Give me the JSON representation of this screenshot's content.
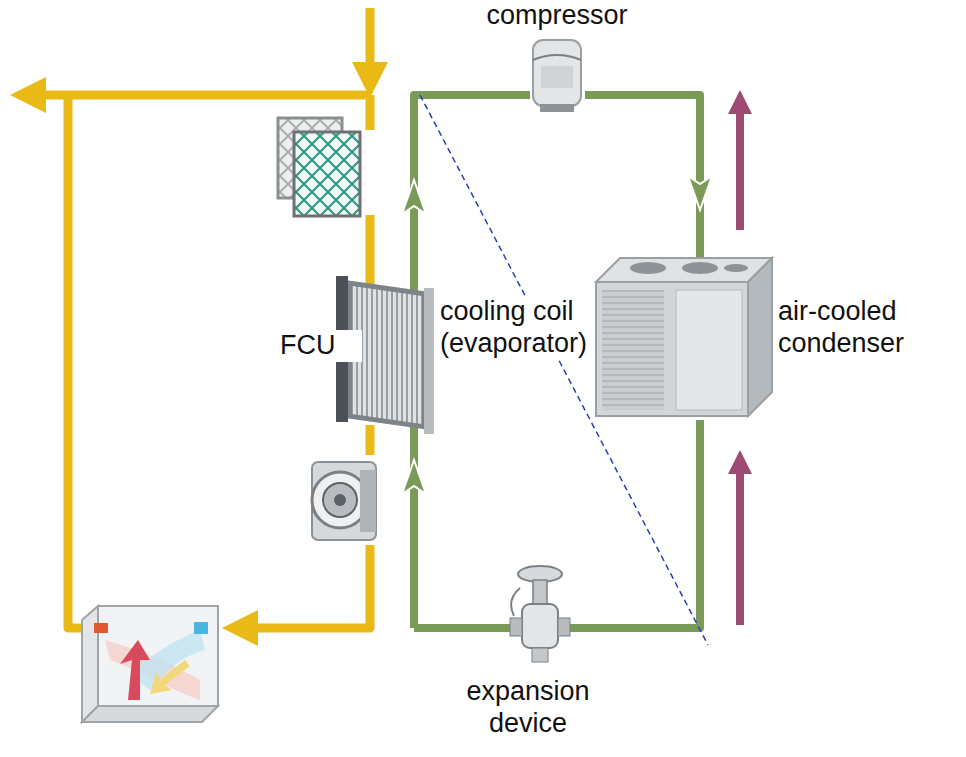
{
  "diagram": {
    "labels": [
      "compressor",
      "FCU",
      "cooling coil (evaporator)",
      "air-cooled condenser",
      "expansion device"
    ]
  }
}
